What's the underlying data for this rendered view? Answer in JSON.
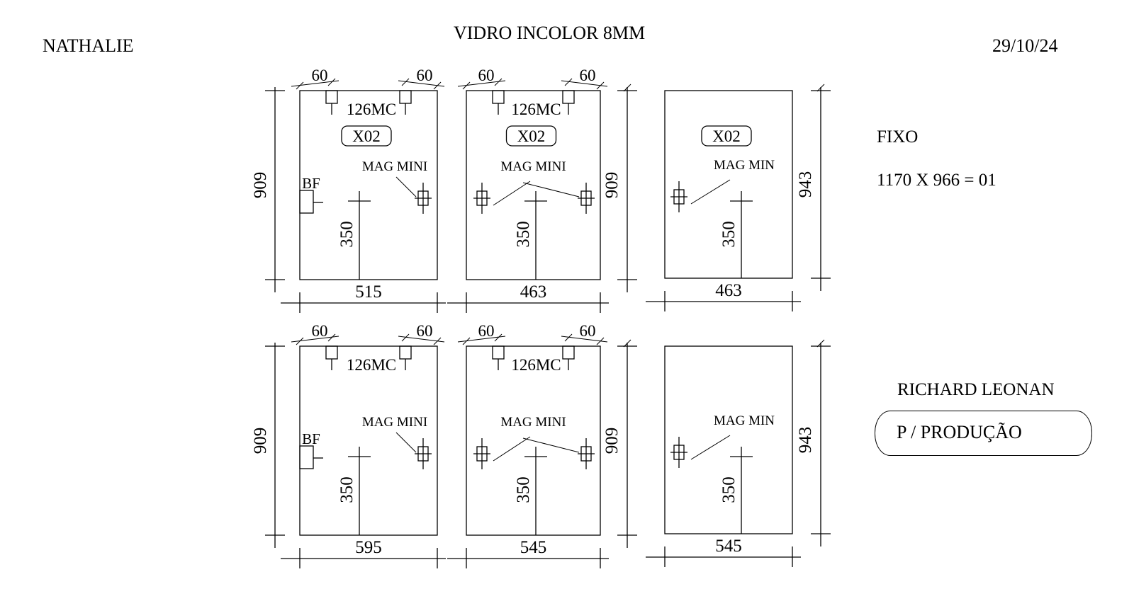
{
  "header": {
    "client": "NATHALIE",
    "material": "VIDRO INCOLOR 8MM",
    "date": "29/10/24"
  },
  "side": {
    "fixo_label": "FIXO",
    "fixo_spec": "1170 X 966 = 01",
    "designer": "RICHARD LEONAN",
    "stamp": "P / PRODUÇÃO"
  },
  "panels": [
    {
      "width": "515",
      "height": "909",
      "hole_pos": "350",
      "top_left": "60",
      "top_right": "60",
      "hinge": "126MC",
      "code": "X02",
      "mag": "MAG MINI",
      "bf": "BF"
    },
    {
      "width": "463",
      "height": "909",
      "hole_pos": "350",
      "top_left": "60",
      "top_right": "60",
      "hinge": "126MC",
      "code": "X02",
      "mag": "MAG MINI"
    },
    {
      "width": "463",
      "height": "943",
      "hole_pos": "350",
      "code": "X02",
      "mag": "MAG MIN"
    },
    {
      "width": "595",
      "height": "909",
      "hole_pos": "350",
      "top_left": "60",
      "top_right": "60",
      "hinge": "126MC",
      "mag": "MAG MINI",
      "bf": "BF"
    },
    {
      "width": "545",
      "height": "909",
      "hole_pos": "350",
      "top_left": "60",
      "top_right": "60",
      "hinge": "126MC",
      "mag": "MAG MINI"
    },
    {
      "width": "545",
      "height": "943",
      "hole_pos": "350",
      "mag": "MAG MIN"
    }
  ]
}
